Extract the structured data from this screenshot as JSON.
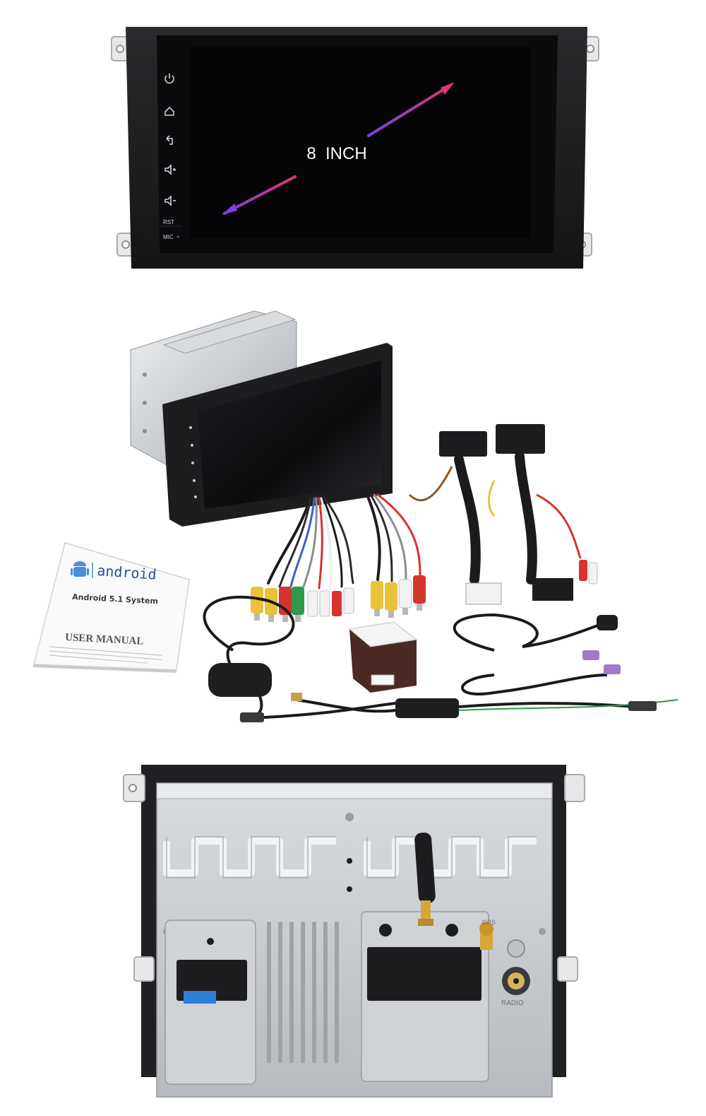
{
  "front_view": {
    "screen_size_label": "8  INCH",
    "side_buttons": [
      {
        "icon": "power-icon"
      },
      {
        "icon": "home-icon"
      },
      {
        "icon": "back-icon"
      },
      {
        "icon": "volume-up-icon"
      },
      {
        "icon": "volume-down-icon"
      }
    ],
    "rst_label": "RST",
    "mic_label": "MIC"
  },
  "accessories": {
    "manual": {
      "brand_logo_text": "android",
      "system_label": "Android 5.1 System",
      "title": "USER MANUAL"
    }
  },
  "back_view": {
    "gps_label": "GPS",
    "radio_label": "RADIO"
  },
  "colors": {
    "bezel": "#1c1c1e",
    "screen": "#050507",
    "arrow_start": "#7b3fe4",
    "arrow_end": "#e2356b",
    "chassis": "#c9ccd0",
    "connector_blue": "#2f7fd8"
  }
}
